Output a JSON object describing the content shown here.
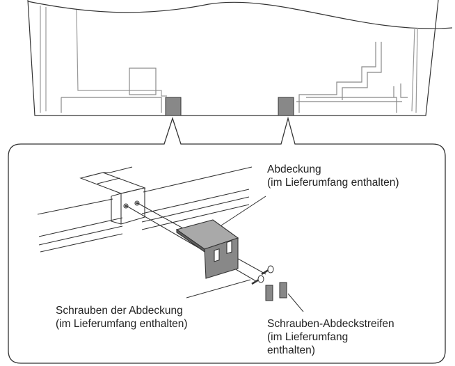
{
  "labels": {
    "cover": {
      "line1": "Abdeckung",
      "line2": "(im Lieferumfang enthalten)"
    },
    "cover_screws": {
      "line1": "Schrauben der Abdeckung",
      "line2": "(im Lieferumfang enthalten)"
    },
    "cover_strips": {
      "line1": "Schrauben-Abdeckstreifen",
      "line2": "(im Lieferumfang",
      "line3": "enthalten)"
    }
  },
  "colors": {
    "line": "#333333",
    "part_fill": "#888888",
    "part_fill_dark": "#5e5e5e",
    "part_fill_light": "#a9a9a9",
    "inner_panel_line": "#999999"
  }
}
